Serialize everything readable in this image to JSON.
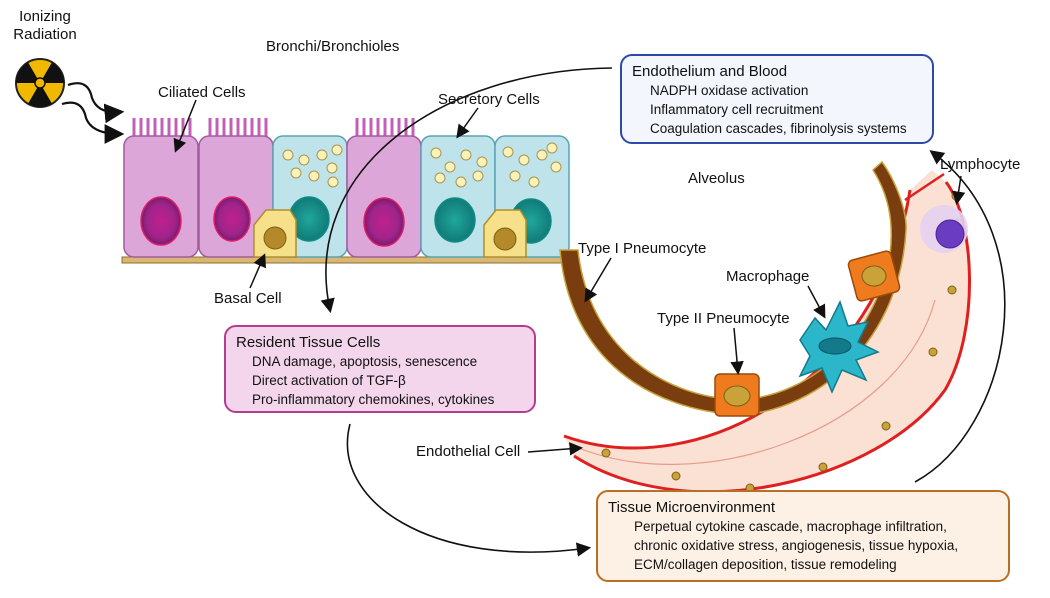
{
  "labels": {
    "ionizing_radiation": [
      "Ionizing",
      "Radiation"
    ],
    "bronchi": "Bronchi/Bronchioles",
    "ciliated_cells": "Ciliated Cells",
    "secretory_cells": "Secretory Cells",
    "basal_cell": "Basal Cell",
    "alveolus": "Alveolus",
    "type1": "Type I Pneumocyte",
    "macrophage": "Macrophage",
    "type2": "Type II Pneumocyte",
    "lymphocyte": "Lymphocyte",
    "endothelial_cell": "Endothelial Cell"
  },
  "boxes": {
    "endothelium": {
      "title": "Endothelium and Blood",
      "lines": [
        "NADPH oxidase activation",
        "Inflammatory cell recruitment",
        "Coagulation cascades, fibrinolysis systems"
      ]
    },
    "resident": {
      "title": "Resident Tissue Cells",
      "lines": [
        "DNA damage, apoptosis, senescence",
        "Direct activation of TGF-β",
        "Pro-inflammatory chemokines, cytokines"
      ]
    },
    "microenvironment": {
      "title": "Tissue Microenvironment",
      "lines": [
        "Perpetual cytokine cascade, macrophage infiltration,",
        "chronic oxidative stress, angiogenesis, tissue hypoxia,",
        "ECM/collagen deposition, tissue remodeling"
      ]
    }
  },
  "colors": {
    "ciliated": "#dca6d8",
    "secretory": "#bfe3ea",
    "basal": "#f7e08a",
    "alveolar_wall": "#7a3d10",
    "vessel_wall": "#e02020",
    "vessel_fill": "#fbe1d4",
    "pneumocyte2": "#f07b1f",
    "macrophage": "#2bb6c9"
  },
  "icons": [
    "radiation-icon"
  ]
}
